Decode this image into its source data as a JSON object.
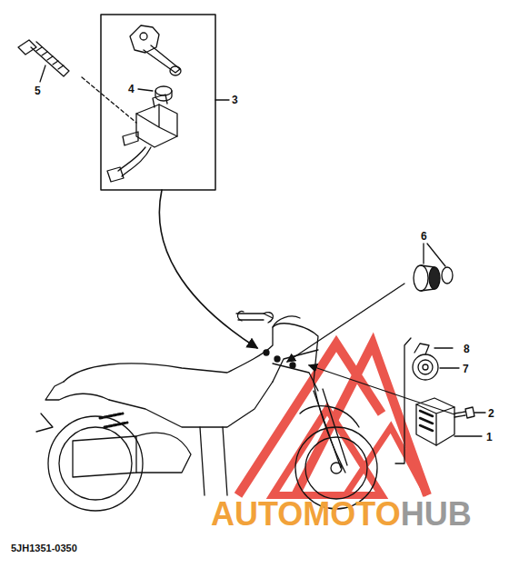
{
  "diagram": {
    "labels": [
      "5",
      "4",
      "3",
      "6",
      "8",
      "7",
      "2",
      "1",
      "5JH1351-0350",
      "AUTOMOTO",
      "HUB"
    ]
  }
}
